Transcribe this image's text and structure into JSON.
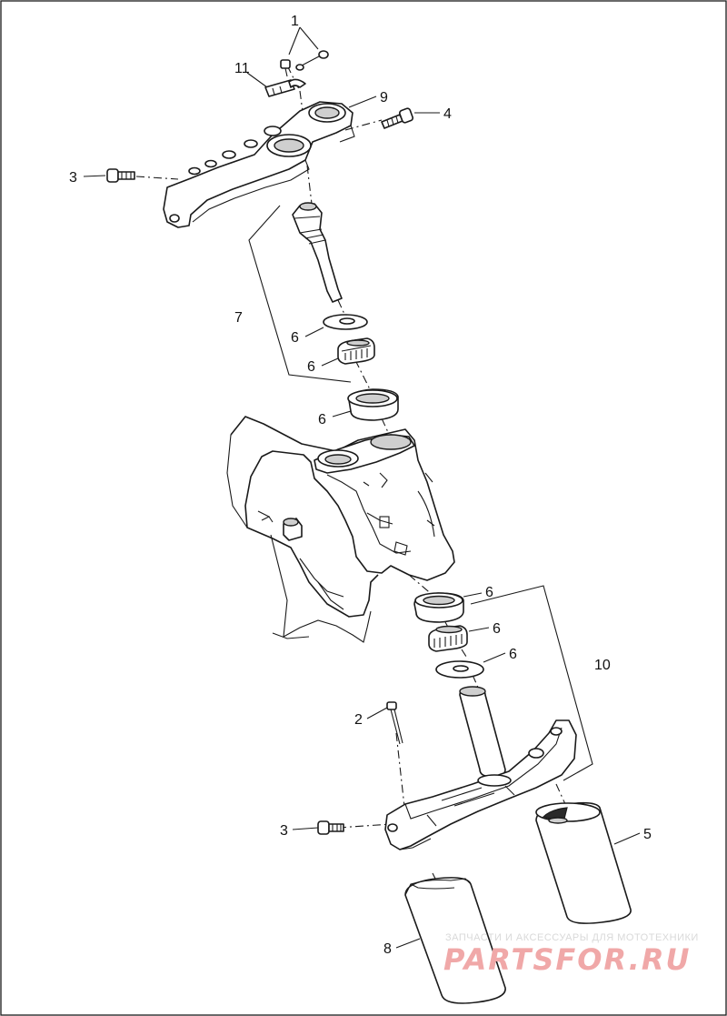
{
  "callouts": {
    "c1": "1",
    "c11": "11",
    "c9": "9",
    "c4": "4",
    "c3_top": "3",
    "c7": "7",
    "c6_a": "6",
    "c6_b": "6",
    "c6_c": "6",
    "c6_d": "6",
    "c6_e": "6",
    "c6_f": "6",
    "c10": "10",
    "c2": "2",
    "c3_bottom": "3",
    "c5": "5",
    "c8": "8"
  },
  "watermark": {
    "tagline": "ЗАПЧАСТИ И АКСЕССУАРЫ ДЛЯ МОТОТЕХНИКИ",
    "brand": "PARTSFOR.RU",
    "color": "#e88a8a"
  }
}
